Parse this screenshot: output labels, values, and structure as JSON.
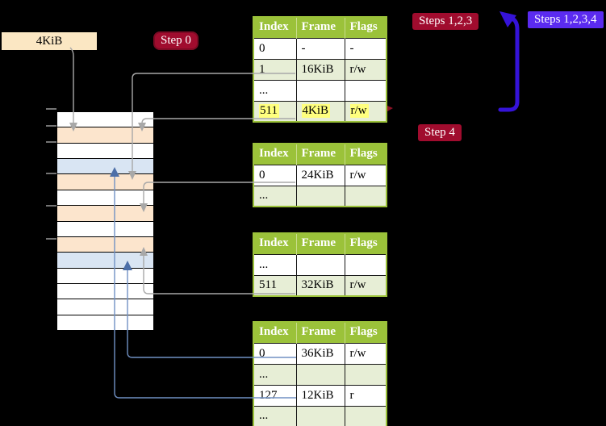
{
  "page_size_box": {
    "label": "4KiB"
  },
  "badges": {
    "step0": {
      "label": "Step 0"
    },
    "steps123": {
      "label": "Steps 1,2,3"
    },
    "steps1234": {
      "label": "Steps 1,2,3,4"
    },
    "step4": {
      "label": "Step 4"
    }
  },
  "table_headers": [
    "Index",
    "Frame",
    "Flags"
  ],
  "tables": [
    {
      "name": "page-table-top",
      "rows": [
        {
          "cells": [
            "0",
            "-",
            "-"
          ],
          "highlight": false
        },
        {
          "cells": [
            "1",
            "16KiB",
            "r/w"
          ],
          "highlight": false
        },
        {
          "cells": [
            "...",
            "",
            ""
          ],
          "highlight": false
        },
        {
          "cells": [
            "511",
            "4KiB",
            "r/w"
          ],
          "highlight": true
        }
      ]
    },
    {
      "name": "page-table-second",
      "rows": [
        {
          "cells": [
            "0",
            "24KiB",
            "r/w"
          ],
          "highlight": false
        },
        {
          "cells": [
            "...",
            "",
            ""
          ],
          "highlight": false
        }
      ]
    },
    {
      "name": "page-table-third",
      "rows": [
        {
          "cells": [
            "...",
            "",
            ""
          ],
          "highlight": false
        },
        {
          "cells": [
            "511",
            "32KiB",
            "r/w"
          ],
          "highlight": false
        }
      ]
    },
    {
      "name": "page-table-bottom",
      "rows": [
        {
          "cells": [
            "0",
            "36KiB",
            "r/w"
          ],
          "highlight": false
        },
        {
          "cells": [
            "...",
            "",
            ""
          ],
          "highlight": false
        },
        {
          "cells": [
            "127",
            "12KiB",
            "r"
          ],
          "highlight": false
        },
        {
          "cells": [
            "...",
            "",
            ""
          ],
          "highlight": false
        }
      ]
    }
  ],
  "memory_stack": {
    "rows": [
      "white",
      "peach",
      "white",
      "blue",
      "peach",
      "white",
      "peach",
      "white",
      "peach",
      "blue",
      "white",
      "white",
      "white",
      "white"
    ]
  },
  "colors": {
    "background": "#000000",
    "table_header_green": "#9bc23a",
    "table_row_green": "#e7eed6",
    "frame_peach": "#fce5cd",
    "frame_blue": "#d9e5f3",
    "label_cream": "#fbe7c3",
    "badge_red": "#a00c2e",
    "badge_purple": "#5b2bf0",
    "big_arrow_blue": "#3513d8",
    "connector_gray": "#a8a8a8",
    "connector_blue": "#7191c4",
    "highlight_yellow": "#ffff7e"
  }
}
